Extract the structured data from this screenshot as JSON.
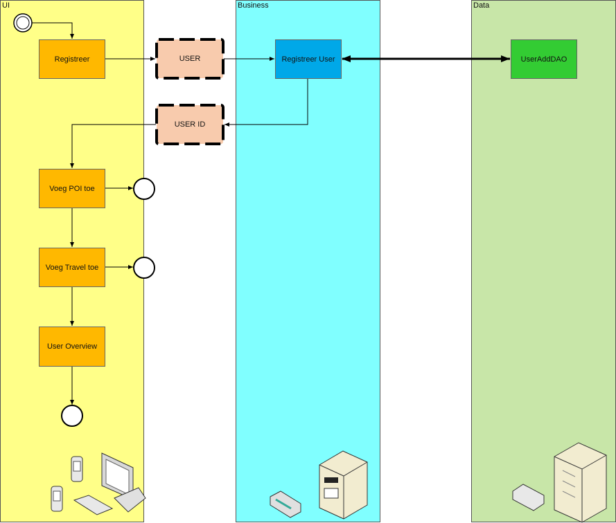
{
  "lanes": {
    "ui": {
      "title": "UI",
      "color": "#ffff88"
    },
    "business": {
      "title": "Business",
      "color": "#80ffff"
    },
    "data": {
      "title": "Data",
      "color": "#c8e6a8"
    }
  },
  "activities": {
    "registreer": "Registreer",
    "voeg_poi": "Voeg POI toe",
    "voeg_travel": "Voeg Travel toe",
    "user_overview": "User Overview",
    "registreer_user": "Registreer User",
    "user_add_dao": "UserAddDAO"
  },
  "objects": {
    "user": "USER",
    "user_id": "USER ID"
  },
  "colors": {
    "activity_orange": "#ffb800",
    "registreer_user_blue": "#00a8e8",
    "dao_green": "#33cc33",
    "object_peach": "#f8cbad"
  },
  "icons": [
    "pda-icon",
    "desktop-computer-icon",
    "keyboard-icon",
    "network-switch-icon",
    "server-icon",
    "mainframe-icon"
  ]
}
